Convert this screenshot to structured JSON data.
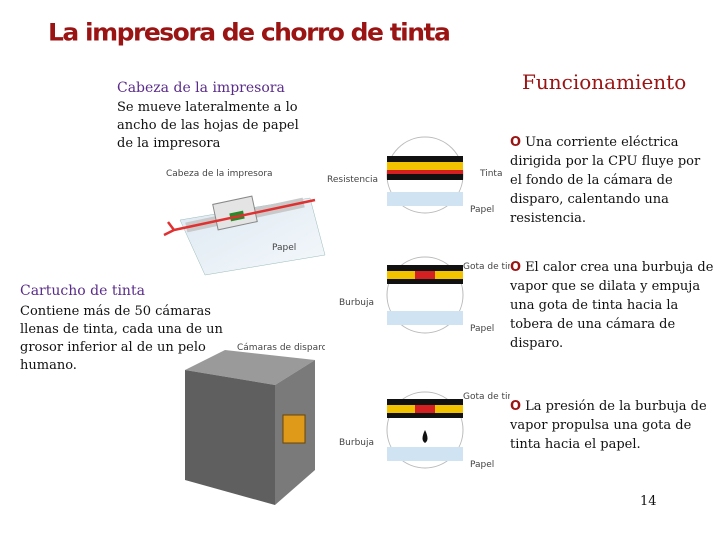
{
  "slide": {
    "title": "La impresora de chorro de tinta",
    "page_number": "14"
  },
  "print_head": {
    "heading": "Cabeza de la impresora",
    "description": "Se mueve lateralmente a lo ancho de las hojas de papel de la impresora",
    "diagram_labels": {
      "head": "Cabeza de la impresora",
      "paper": "Papel"
    }
  },
  "cartridge": {
    "heading": "Cartucho de tinta",
    "description": "Contiene más de 50 cámaras llenas de tinta, cada una de un grosor inferior al de un pelo humano.",
    "diagram_labels": {
      "chambers": "Cámaras de disparo"
    }
  },
  "operation": {
    "heading": "Funcionamiento",
    "bullet_symbol": "O",
    "steps": [
      {
        "text": "Una corriente eléctrica dirigida por la CPU fluye por el fondo de la cámara de disparo, calentando una resistencia.",
        "labels": {
          "left": "Resistencia",
          "right_top": "Tinta",
          "right_bottom": "Papel"
        }
      },
      {
        "text": "El calor crea una burbuja de vapor que se dilata y empuja una gota de tinta hacia la tobera de una cámara de disparo.",
        "labels": {
          "left": "Burbuja",
          "right_top": "Gota de tinta",
          "right_bottom": "Papel"
        }
      },
      {
        "text": "La presión de la burbuja de vapor propulsa una gota de tinta hacia el papel.",
        "labels": {
          "left": "Burbuja",
          "right_top": "Gota de tinta",
          "right_bottom": "Papel"
        }
      }
    ]
  },
  "colors": {
    "title": "#9b1414",
    "heading_purple": "#5a2c8a",
    "ink_black": "#111111",
    "heater_red": "#d42020",
    "heater_yellow": "#f2c200"
  }
}
